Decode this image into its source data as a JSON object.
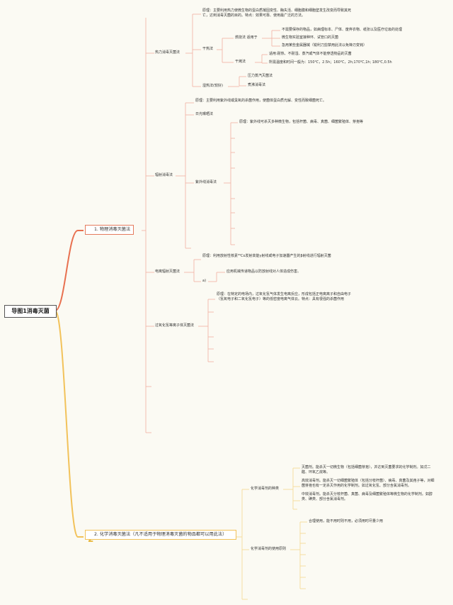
{
  "root": "导图1消毒灭菌",
  "b1": {
    "num": "1",
    "label": "1. 物理消毒灭菌法",
    "heat": {
      "label": "热力消毒灭菌法",
      "principle": "原理：主要利用热力使微生物的蛋白质凝固变性、酶失活、细胞膜和细胞壁发生改变而导致其死亡，达到消毒灭菌的目的。特点：效果可靠、使用最广泛的方法。",
      "dry": {
        "label": "干热法",
        "burn": {
          "label": "燃烧法 适用于",
          "items": [
            "不需要保存的物品，如病理标本、尸体、废弃衣物、纸张以及医疗垃圾的处理",
            "微生物实验室接种环、试管口的灭菌",
            "急用某些金属器械（锐利刀剪禁用此法以免锋刃变钝）"
          ]
        },
        "oven": {
          "label": "干烤法",
          "items": [
            "适用:耐热、不耐湿、蒸汽或气体不能穿透物品的灭菌",
            "所需温度和时间一般为：150℃，2.5h；160℃，2h;170℃,1h; 180℃,0.5h"
          ]
        }
      },
      "wet": {
        "label": "湿热法(较好)",
        "items": [
          "压力蒸汽灭菌法",
          "煮沸消毒法"
        ]
      }
    },
    "radiation": {
      "label": "辐射消毒法",
      "principle": "原理：主要利用紫外线或臭氧的杀菌作用，使菌体蛋白质光解、变性而致细菌死亡。",
      "sun": "日光曝晒法",
      "uv": {
        "label": "紫外线消毒法",
        "principle": "原理：紫外线可杀灭多种微生物，包括杆菌、病毒、真菌、细菌繁殖体、芽孢等"
      }
    },
    "ionizing": {
      "label": "电离辐射灭菌法",
      "principle": "原理：利用放射性核素⁶⁰Co发射高能γ射线或电子加速器产生的β射线进行辐射灭菌",
      "sub": "a)",
      "apply": "应用机械传递物品以防放射线对人体造成伤害。"
    },
    "plasma": {
      "label": "过氧化氢等离子体灭菌法",
      "principle": "原理：在特定的电场内，过氧化氢气体发生电离反应，形成包括正电离离子和自由电子（氢氧电子和二氧化氢电子）等的低密度电离气体云。特点：具有很强的杀菌作用"
    }
  },
  "b2": {
    "num": "2",
    "label": "2. 化学消毒灭菌法（凡不适用于物理消毒灭菌的物品都可以用此法）",
    "types": {
      "label": "化学消毒剂的种类",
      "items": [
        "灭菌剂。能杀灭一切微生物（包括细菌芽孢），并达到灭菌要求的化学制剂。如戊二醛、环氧乙烷等。",
        "高效消毒剂。能杀灭一切细菌繁殖体（包括分枝杆菌）、病毒、真菌及其孢子等，对细菌芽孢也有一定杀灭作用的化学制剂。如过氧化氢、部分含氯消毒剂。",
        "中效消毒剂。能杀灭分枝杆菌、真菌、病毒及细菌繁殖体等微生物的化学制剂。如醇类、碘类、部分含氯消毒剂。"
      ]
    },
    "principles": {
      "label": "化学消毒剂的使用原则",
      "first": "合理使用，能不用时则不用，必须用时尽量少用"
    }
  },
  "colors": {
    "red": "#e57b5e",
    "orange": "#f2c25a",
    "root_line": "#e8704f"
  }
}
